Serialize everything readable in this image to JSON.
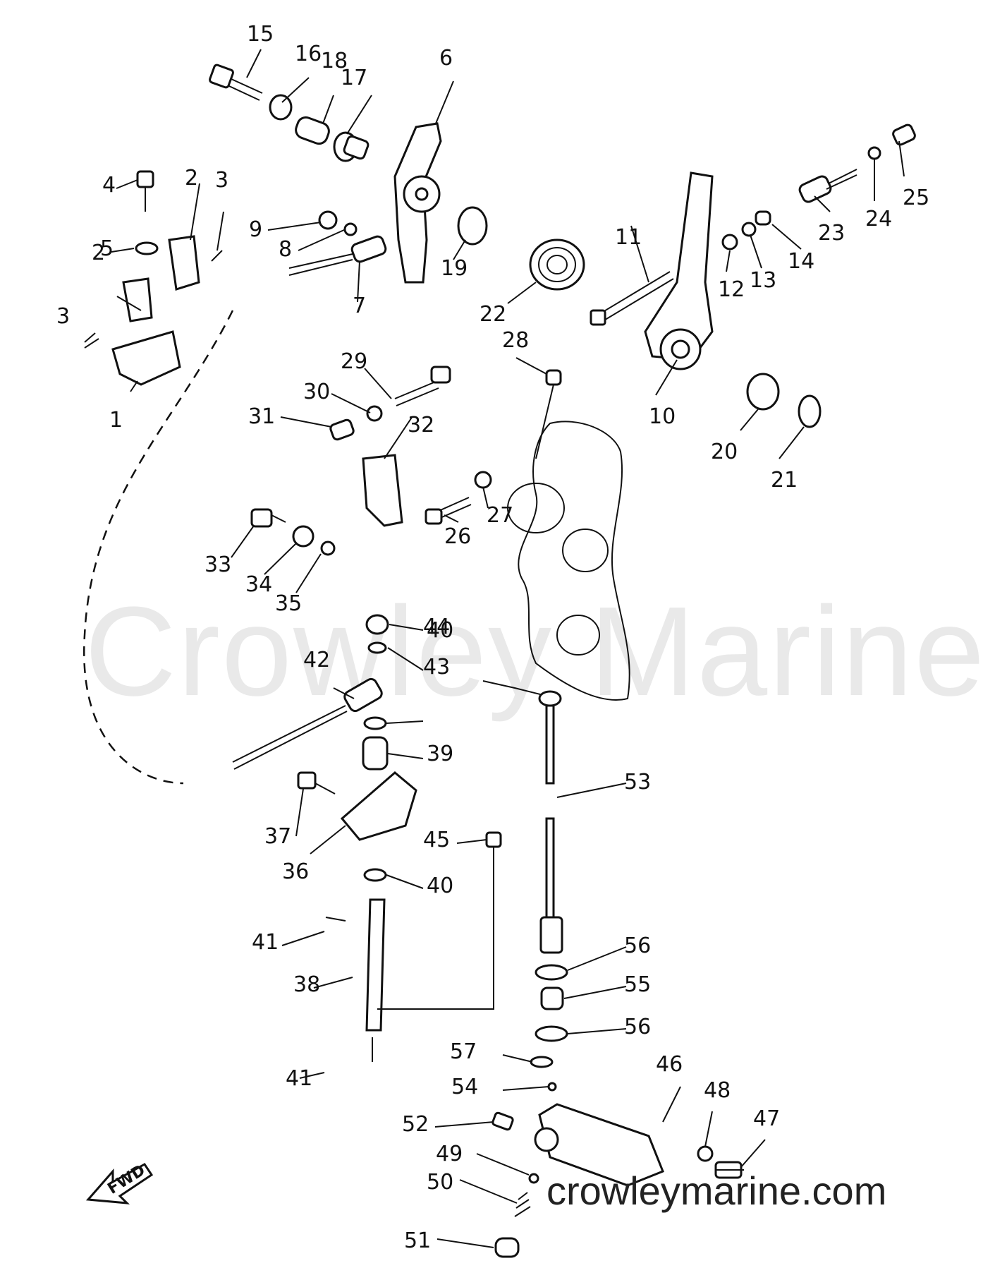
{
  "watermark": "Crowley Marine",
  "website": "crowleymarine.com",
  "fwd_label": "FWD",
  "parts": [
    {
      "n": "1"
    },
    {
      "n": "2"
    },
    {
      "n": "2"
    },
    {
      "n": "3"
    },
    {
      "n": "3"
    },
    {
      "n": "4"
    },
    {
      "n": "5"
    },
    {
      "n": "6"
    },
    {
      "n": "7"
    },
    {
      "n": "8"
    },
    {
      "n": "9"
    },
    {
      "n": "10"
    },
    {
      "n": "11"
    },
    {
      "n": "12"
    },
    {
      "n": "13"
    },
    {
      "n": "14"
    },
    {
      "n": "15"
    },
    {
      "n": "16"
    },
    {
      "n": "17"
    },
    {
      "n": "18"
    },
    {
      "n": "19"
    },
    {
      "n": "20"
    },
    {
      "n": "21"
    },
    {
      "n": "22"
    },
    {
      "n": "23"
    },
    {
      "n": "24"
    },
    {
      "n": "25"
    },
    {
      "n": "26"
    },
    {
      "n": "27"
    },
    {
      "n": "28"
    },
    {
      "n": "29"
    },
    {
      "n": "30"
    },
    {
      "n": "31"
    },
    {
      "n": "32"
    },
    {
      "n": "33"
    },
    {
      "n": "34"
    },
    {
      "n": "35"
    },
    {
      "n": "36"
    },
    {
      "n": "37"
    },
    {
      "n": "38"
    },
    {
      "n": "39"
    },
    {
      "n": "40"
    },
    {
      "n": "40"
    },
    {
      "n": "41"
    },
    {
      "n": "41"
    },
    {
      "n": "42"
    },
    {
      "n": "43"
    },
    {
      "n": "44"
    },
    {
      "n": "45"
    },
    {
      "n": "46"
    },
    {
      "n": "47"
    },
    {
      "n": "48"
    },
    {
      "n": "49"
    },
    {
      "n": "50"
    },
    {
      "n": "51"
    },
    {
      "n": "52"
    },
    {
      "n": "53"
    },
    {
      "n": "54"
    },
    {
      "n": "55"
    },
    {
      "n": "56"
    },
    {
      "n": "56"
    },
    {
      "n": "57"
    }
  ]
}
